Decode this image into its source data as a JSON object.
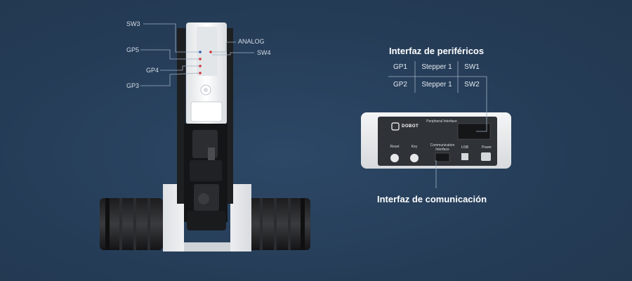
{
  "arm_labels": {
    "sw3": "SW3",
    "gp5": "GP5",
    "gp4": "GP4",
    "gp3": "GP3",
    "analog": "ANALOG",
    "sw4": "SW4"
  },
  "peripheral": {
    "title": "Interfaz de periféricos",
    "rows": [
      [
        "GP1",
        "Stepper 1",
        "SW1"
      ],
      [
        "GP2",
        "Stepper 1",
        "SW2"
      ]
    ]
  },
  "communication": {
    "title": "Interfaz de comunicación"
  },
  "device": {
    "brand": "DOBOT",
    "panel_title": "Peripheral Interface",
    "buttons": {
      "reset": "Reset",
      "key": "Key",
      "comm": "Communication Interface",
      "usb": "USB",
      "power": "Power"
    }
  },
  "colors": {
    "background": "#27405c",
    "device_body": "#e9ecef",
    "device_panel": "#2f3338",
    "arm_white": "#f5f6f7",
    "dot_red": "#d0343a",
    "dot_blue": "#2f5ab3"
  }
}
